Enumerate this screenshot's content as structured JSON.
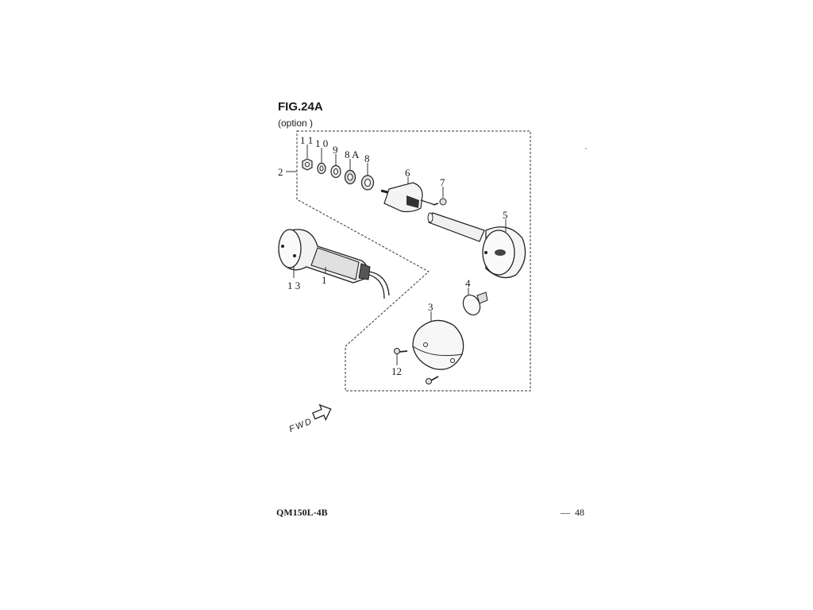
{
  "figure": {
    "title": "FIG.24A",
    "subtitle": "(option )"
  },
  "callouts": {
    "p11": "1 1",
    "p10": "1 0",
    "p9": "9",
    "p8a": "8 A",
    "p8": "8",
    "p6": "6",
    "p7": "7",
    "p5": "5",
    "p2": "2",
    "p13": "1 3",
    "p1": "1",
    "p4": "4",
    "p3": "3",
    "p12": "12"
  },
  "direction": {
    "label": "FWD"
  },
  "footer": {
    "model": "QM150L-4B",
    "dash": "—",
    "page_number": "48"
  }
}
